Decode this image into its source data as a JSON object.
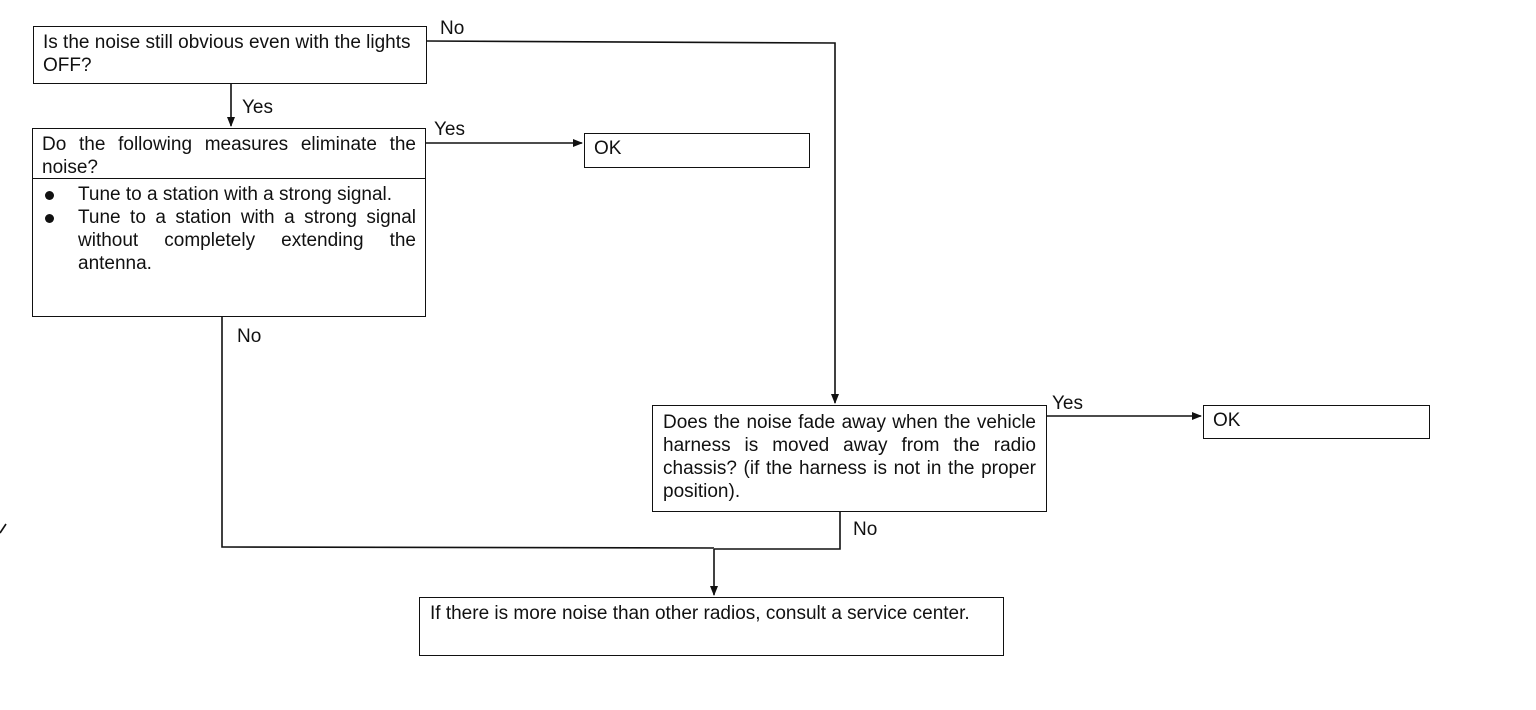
{
  "nodes": {
    "q1": "Is the noise still obvious even with the lights OFF?",
    "q2": "Do the following measures eliminate the noise?",
    "q2_measures": [
      "Tune to a station with a strong signal.",
      "Tune to a station with a strong signal without completely extending the antenna."
    ],
    "ok1": "OK",
    "q3": "Does the noise fade away when the vehicle harness is moved away from the radio chassis? (if the harness is not in the proper position).",
    "ok2": "OK",
    "final": "If there is more noise than other radios, consult a service center."
  },
  "edges": {
    "q1_no": "No",
    "q1_yes": "Yes",
    "q2_yes": "Yes",
    "q2_no": "No",
    "q3_yes": "Yes",
    "q3_no": "No"
  },
  "colors": {
    "line": "#111111",
    "background": "#ffffff"
  }
}
